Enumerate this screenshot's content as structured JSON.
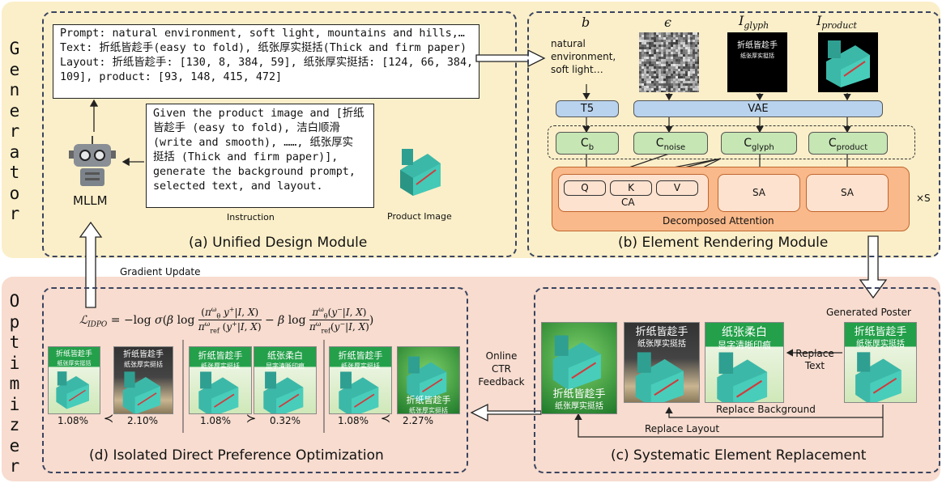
{
  "sides": {
    "generator": [
      "G",
      "e",
      "n",
      "e",
      "r",
      "a",
      "t",
      "o",
      "r"
    ],
    "optimizer": [
      "O",
      "p",
      "t",
      "i",
      "m",
      "i",
      "z",
      "e",
      "r"
    ]
  },
  "udm": {
    "title": "(a) Unified Design Module",
    "prompt_lines": "Prompt: natural environment, soft light, mountains and hills,…\nText: 折纸皆趁手(easy to fold), 纸张厚实挺括(Thick and firm paper)\nLayout: 折纸皆趁手: [130, 8, 384, 59], 纸张厚实挺括: [124, 66, 384,\n109], product: [93, 148, 415, 472]",
    "instruction_lines": "Given the product image and [折纸\n皆趁手 (easy to fold), 洁白顺滑\n(write and smooth), ……, 纸张厚实\n挺括 (Thick and firm paper)],\ngenerate the background prompt,\nselected text, and layout.",
    "instruction_label": "Instruction",
    "product_label": "Product Image",
    "mllm_label": "MLLM"
  },
  "gradient_label": "Gradient Update",
  "erm": {
    "title": "(b) Element Rendering Module",
    "b_label": "b",
    "eps_label": "ϵ",
    "glyph_label": "I",
    "glyph_sub": "glyph",
    "product_label": "I",
    "product_sub": "product",
    "b_text": "natural\nenvironment,\nsoft light…",
    "glyph_text_1": "折纸皆趁手",
    "glyph_text_2": "纸张厚实挺括",
    "t5": "T5",
    "vae": "VAE",
    "cb": "C",
    "cb_sub": "b",
    "cnoise": "C",
    "cnoise_sub": "noise",
    "cglyph": "C",
    "cglyph_sub": "glyph",
    "cproduct": "C",
    "cproduct_sub": "product",
    "q": "Q",
    "k": "K",
    "v": "V",
    "ca": "CA",
    "sa1": "SA",
    "sa2": "SA",
    "xs": "×S",
    "decomposed": "Decomposed Attention"
  },
  "ser": {
    "title": "(c) Systematic Element Replacement",
    "generated_poster": "Generated Poster",
    "replace_text": "Replace\nText",
    "replace_background": "Replace Background",
    "replace_layout": "Replace Layout"
  },
  "feedback": "Online\nCTR\nFeedback",
  "idpo": {
    "title": "(d) Isolated Direct Preference Optimization",
    "pairs": [
      {
        "left": "1.08%",
        "op": "≺",
        "right": "2.10%"
      },
      {
        "left": "1.08%",
        "op": "≻",
        "right": "0.32%"
      },
      {
        "left": "1.08%",
        "op": "≺",
        "right": "2.27%"
      }
    ]
  },
  "poster_text": {
    "line1": "折纸皆趁手",
    "line2": "纸张厚实挺括",
    "alt1": "纸张柔白",
    "alt2": "显字清晰印痕"
  },
  "colors": {
    "generator_bg": "#fbefc9",
    "optimizer_bg": "#f7dccf",
    "t5_vae": "#b9d3ee",
    "cond": "#c6e6b4",
    "attention": "#f9b98a"
  }
}
